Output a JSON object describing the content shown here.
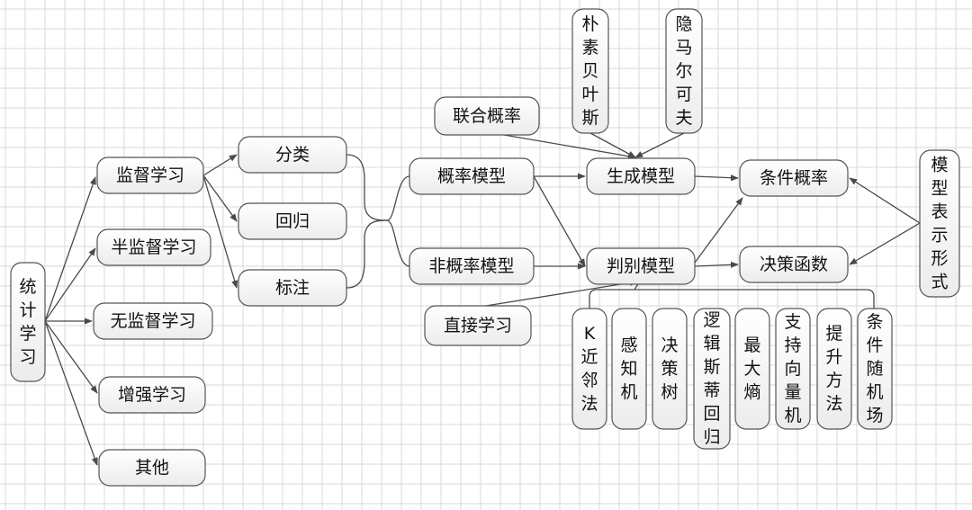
{
  "diagram": {
    "nodes": {
      "root": "统计学习",
      "supervised": "监督学习",
      "semi": "半监督学习",
      "unsupervised": "无监督学习",
      "reinforce": "增强学习",
      "other": "其他",
      "classify": "分类",
      "regress": "回归",
      "tagging": "标注",
      "probModel": "概率模型",
      "nonProbModel": "非概率模型",
      "jointProb": "联合概率",
      "directLearn": "直接学习",
      "genModel": "生成模型",
      "discModel": "判别模型",
      "condProb": "条件概率",
      "decisionFunc": "决策函数",
      "modelRep": "模型表示形式",
      "naiveBayes": "朴素贝叶斯",
      "hmm": "隐马尔可夫",
      "knn": "K近邻法",
      "perceptron": "感知机",
      "decisionTree": "决策树",
      "logistic": "逻辑斯蒂回归",
      "maxEntropy": "最大熵",
      "svm": "支持向量机",
      "boosting": "提升方法",
      "crf": "条件随机场"
    },
    "edges": [
      [
        "root",
        "supervised"
      ],
      [
        "root",
        "semi"
      ],
      [
        "root",
        "unsupervised"
      ],
      [
        "root",
        "reinforce"
      ],
      [
        "root",
        "other"
      ],
      [
        "supervised",
        "classify"
      ],
      [
        "supervised",
        "regress"
      ],
      [
        "supervised",
        "tagging"
      ],
      [
        "probModel",
        "genModel"
      ],
      [
        "probModel",
        "discModel"
      ],
      [
        "nonProbModel",
        "discModel"
      ],
      [
        "jointProb",
        "genModel"
      ],
      [
        "naiveBayes",
        "genModel"
      ],
      [
        "hmm",
        "genModel"
      ],
      [
        "directLearn",
        "discModel"
      ],
      [
        "genModel",
        "condProb"
      ],
      [
        "discModel",
        "condProb"
      ],
      [
        "discModel",
        "decisionFunc"
      ],
      [
        "modelRep",
        "condProb"
      ],
      [
        "modelRep",
        "decisionFunc"
      ]
    ]
  }
}
